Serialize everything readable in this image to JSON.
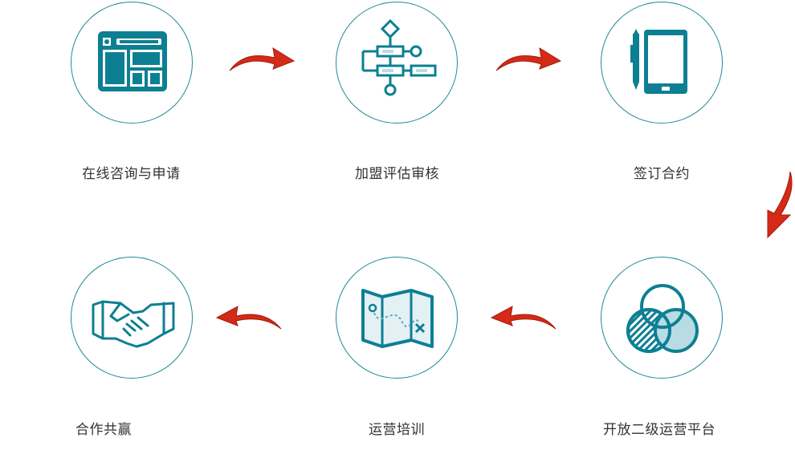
{
  "steps": [
    {
      "label": "在线咨询与申请",
      "icon": "browser-layout-icon"
    },
    {
      "label": "加盟评估审核",
      "icon": "flowchart-icon"
    },
    {
      "label": "签订合约",
      "icon": "tablet-pen-icon"
    },
    {
      "label": "开放二级运营平台",
      "icon": "venn-diagram-icon"
    },
    {
      "label": "运营培训",
      "icon": "map-route-icon"
    },
    {
      "label": "合作共赢",
      "icon": "handshake-icon"
    }
  ],
  "colors": {
    "teal": "#0d7f93",
    "teal_light": "#b8dbe4",
    "circle_border": "#1f8a95",
    "arrow_red": "#d52a17",
    "label_text": "#333333"
  }
}
